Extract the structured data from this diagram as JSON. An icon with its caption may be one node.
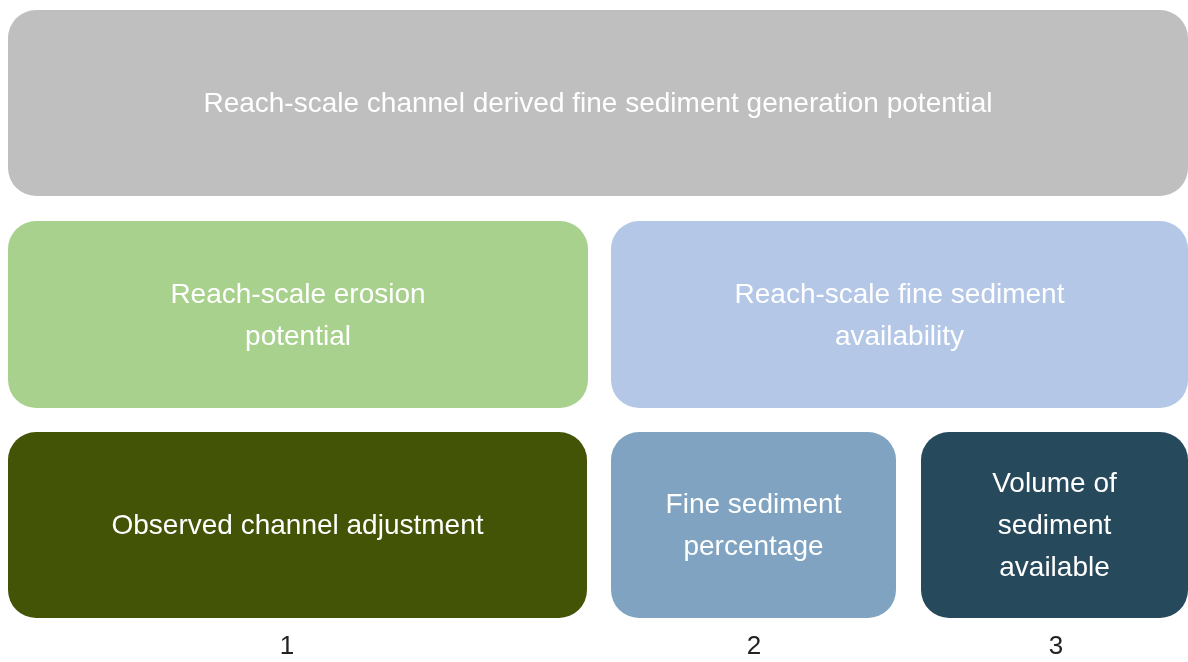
{
  "diagram": {
    "nodes": [
      {
        "text": [
          "Reach-scale channel derived fine sediment generation potential"
        ]
      },
      {
        "text": [
          "Reach-scale erosion potential"
        ]
      },
      {
        "text": [
          "Reach-scale fine sediment availability"
        ]
      },
      {
        "text": [
          "Observed channel adjustment"
        ]
      },
      {
        "text": [
          "Fine sediment percentage"
        ]
      },
      {
        "text": [
          "Volume of sediment available"
        ]
      }
    ],
    "labels": [
      "1",
      "2",
      "3"
    ]
  }
}
